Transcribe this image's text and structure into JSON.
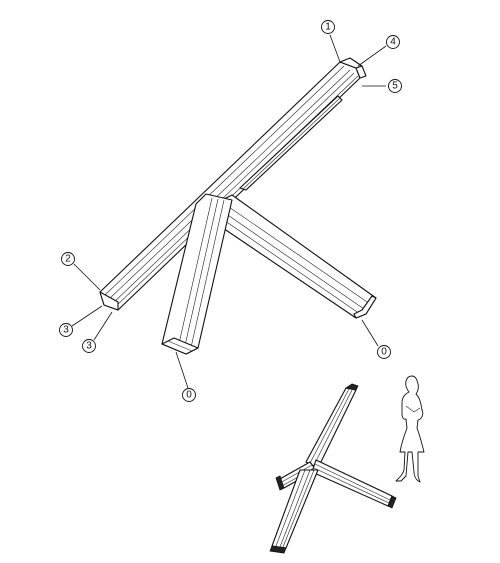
{
  "callouts": [
    {
      "id": "c1",
      "label": "1"
    },
    {
      "id": "c4",
      "label": "4"
    },
    {
      "id": "c5",
      "label": "5"
    },
    {
      "id": "c2",
      "label": "2"
    },
    {
      "id": "c3a",
      "label": "3"
    },
    {
      "id": "c3b",
      "label": "3"
    },
    {
      "id": "c0a",
      "label": "0"
    },
    {
      "id": "c0b",
      "label": "0"
    }
  ]
}
